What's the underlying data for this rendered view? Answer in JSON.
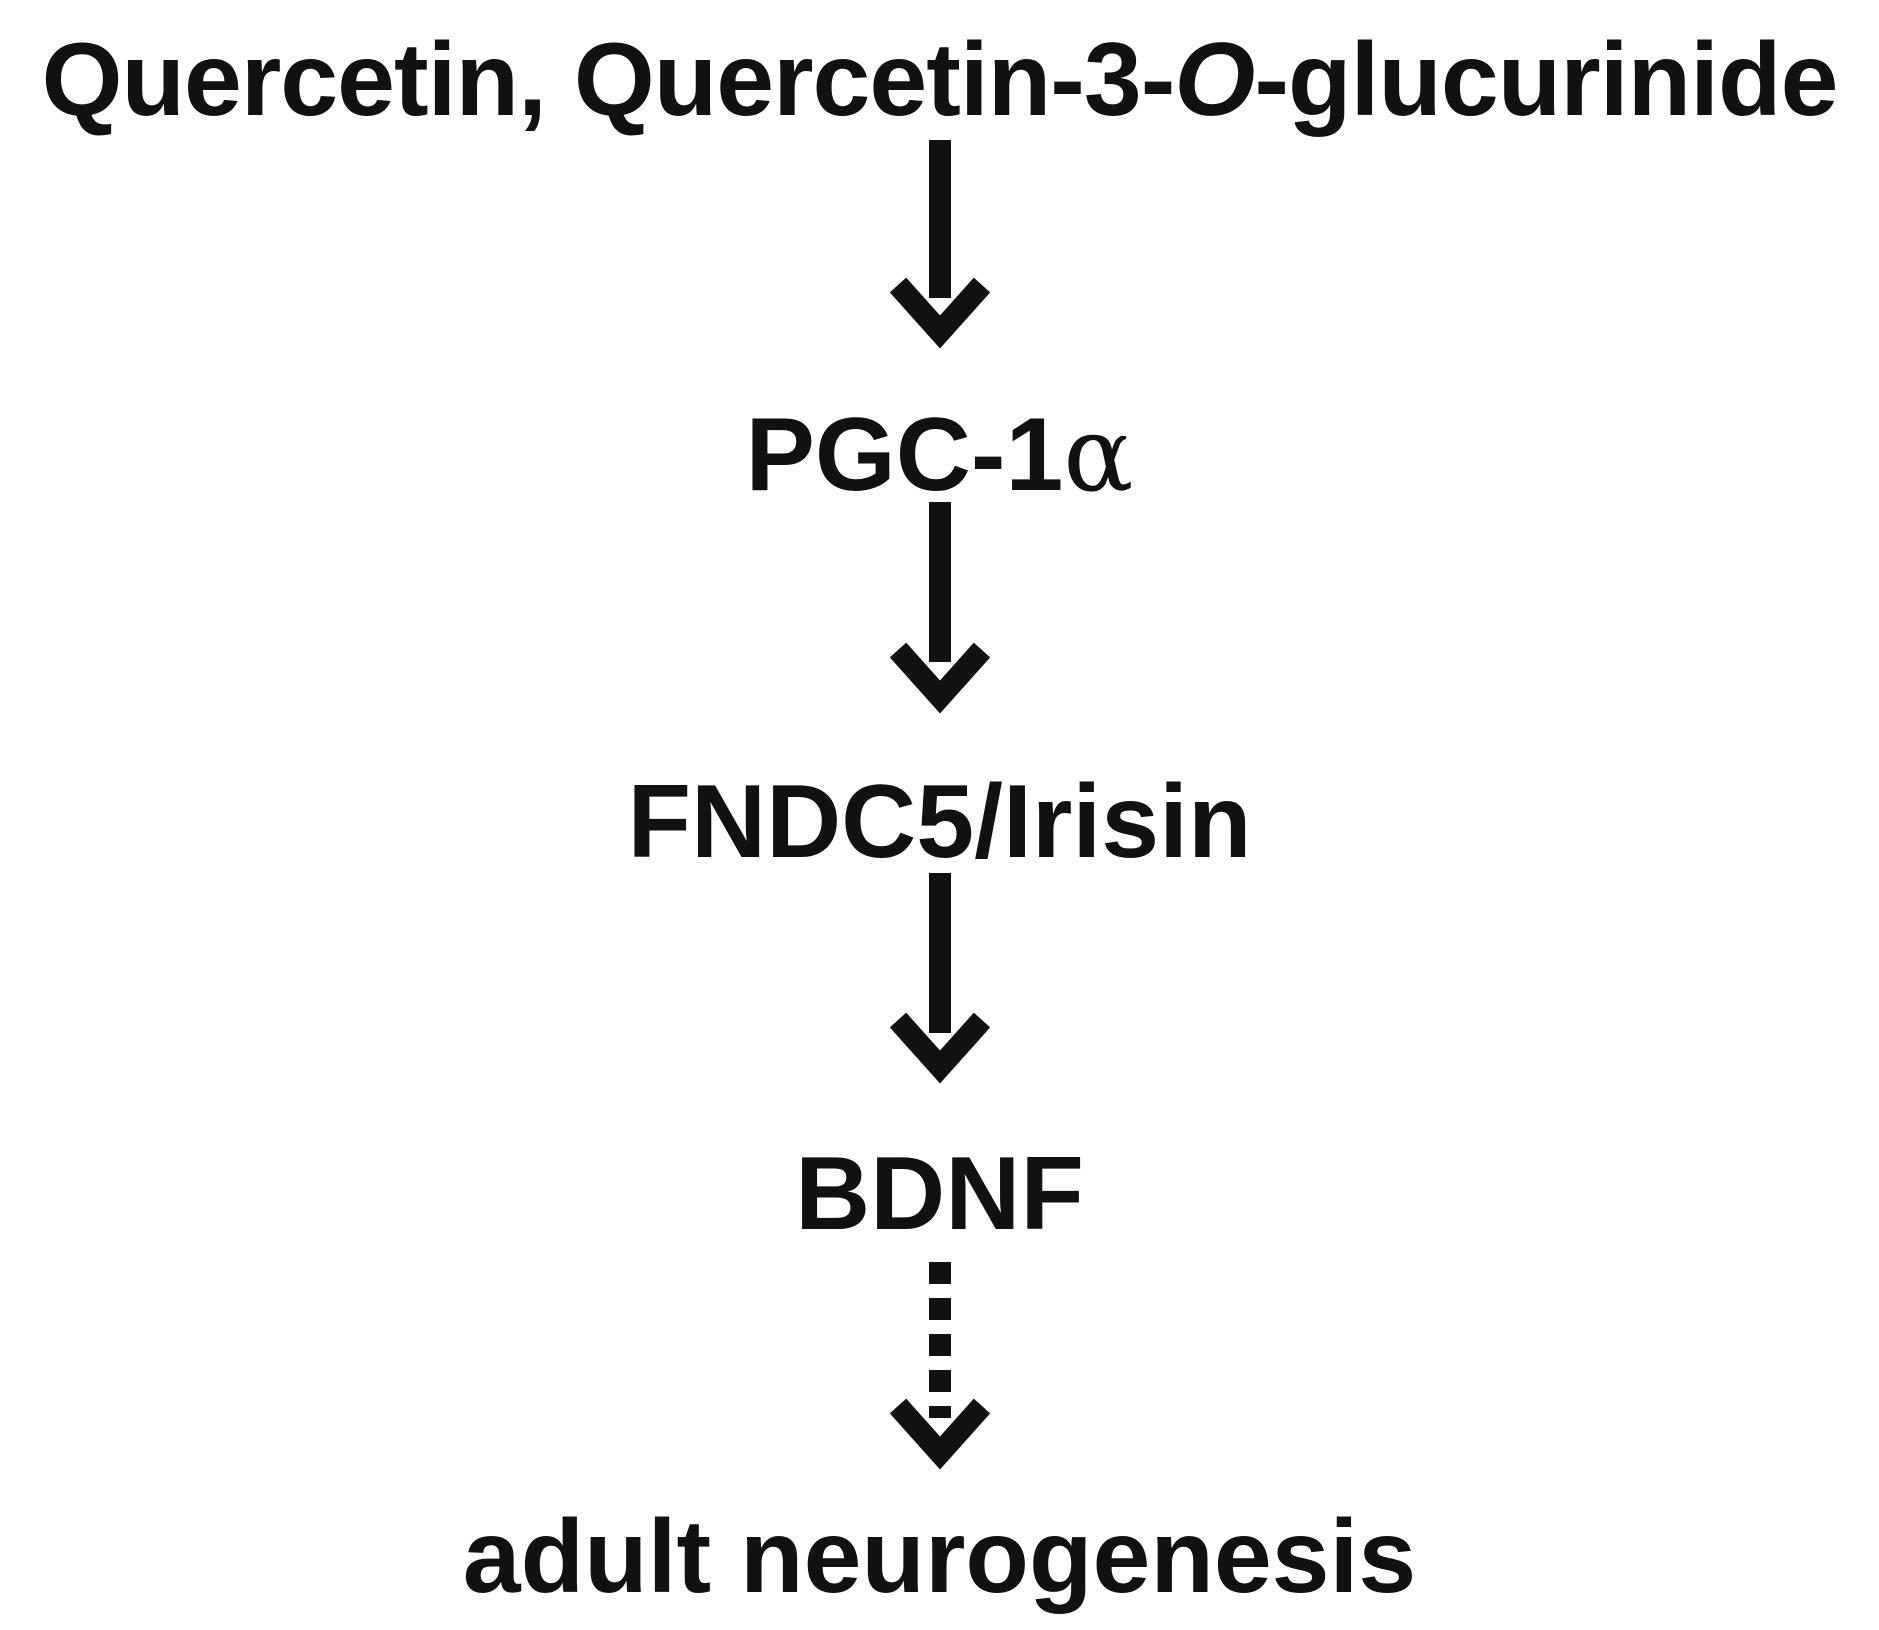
{
  "nodes": [
    {
      "id": "quercetin",
      "text_a": "Quercetin, Quercetin-3-",
      "text_b": "O",
      "text_c": "-glucurinide"
    },
    {
      "id": "pgc",
      "text_a": "PGC-1",
      "text_b": "α"
    },
    {
      "id": "fndc5",
      "text_a": "FNDC5/Irisin"
    },
    {
      "id": "bdnf",
      "text_a": "BDNF"
    },
    {
      "id": "neuro",
      "text_a": "adult neurogenesis"
    }
  ],
  "edges": [
    {
      "from": "quercetin",
      "to": "pgc",
      "style": "solid"
    },
    {
      "from": "pgc",
      "to": "fndc5",
      "style": "solid"
    },
    {
      "from": "fndc5",
      "to": "bdnf",
      "style": "solid"
    },
    {
      "from": "bdnf",
      "to": "neuro",
      "style": "dashed"
    }
  ],
  "colors": {
    "ink": "#111111",
    "background": "#ffffff"
  }
}
